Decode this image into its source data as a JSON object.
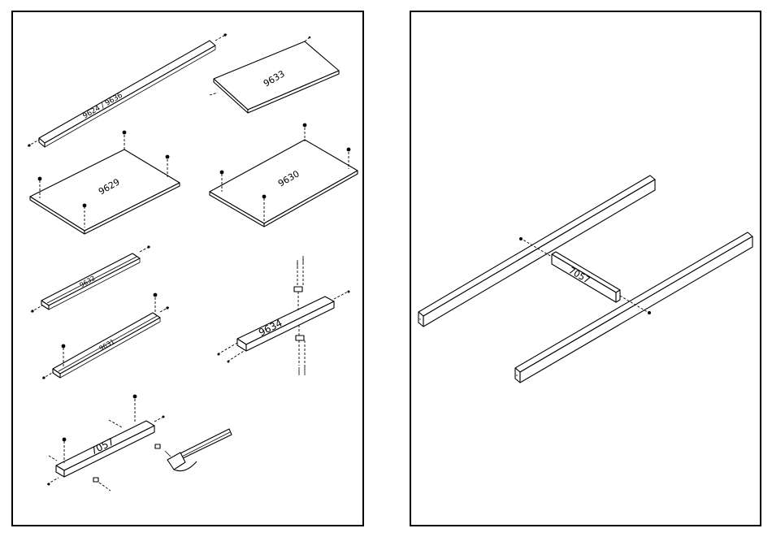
{
  "left_panel": {
    "parts": [
      {
        "id": "rail-top",
        "label": "9624 / 9636"
      },
      {
        "id": "panel-9633",
        "label": "9633"
      },
      {
        "id": "panel-9629",
        "label": "9629"
      },
      {
        "id": "panel-9630",
        "label": "9630"
      },
      {
        "id": "rail-9632",
        "label": "9632"
      },
      {
        "id": "rail-9631",
        "label": "9631"
      },
      {
        "id": "board-9634",
        "label": "9634"
      },
      {
        "id": "board-7057",
        "label": "7057"
      }
    ],
    "tool_icon": "hammer-icon"
  },
  "right_panel": {
    "parts": [
      {
        "id": "connector-7057",
        "label": "7057"
      }
    ]
  },
  "colors": {
    "line": "#000000",
    "background": "#ffffff"
  }
}
